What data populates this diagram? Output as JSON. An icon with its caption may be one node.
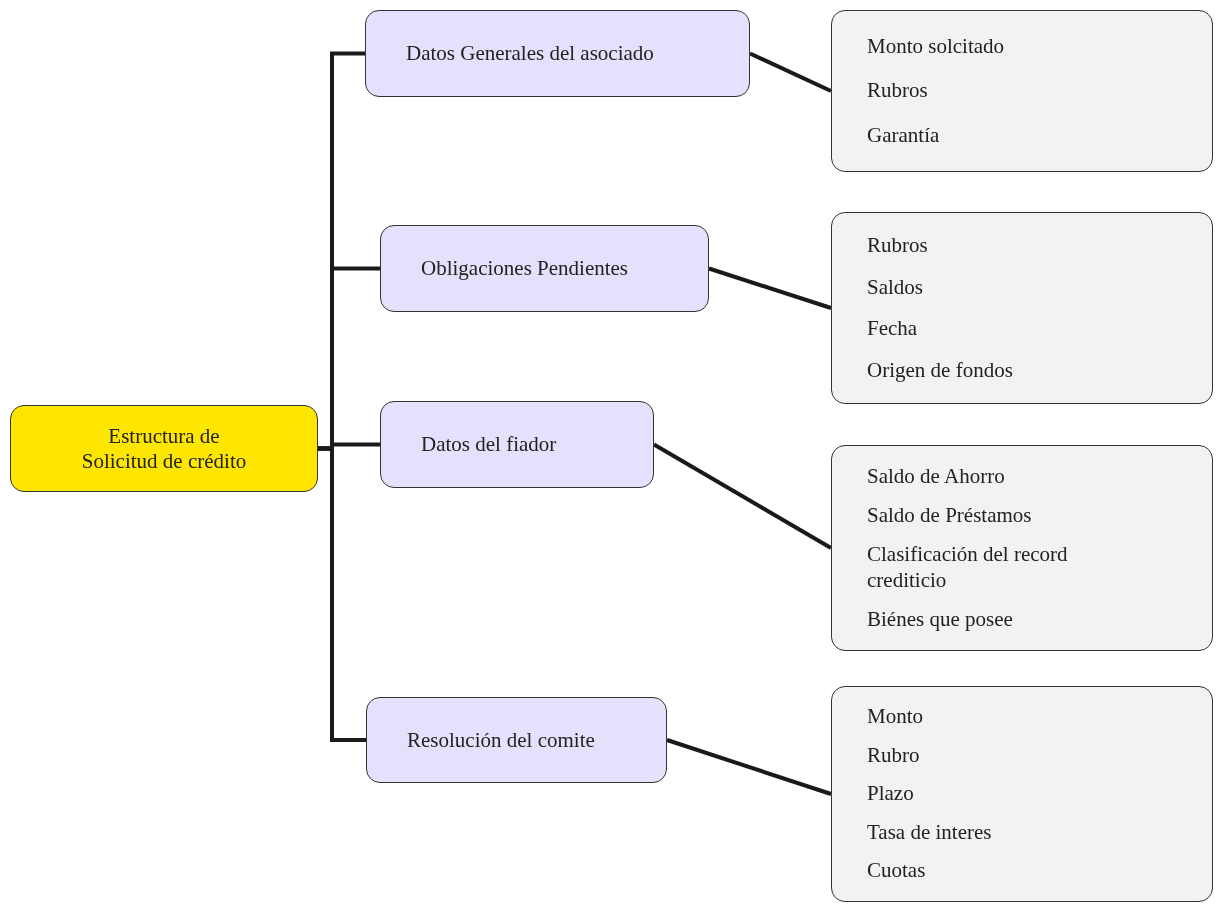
{
  "diagram": {
    "nodes": [
      {
        "text": [
          "Estructura de Solicitud de crédito"
        ]
      },
      {
        "text": [
          "Datos Generales del asociado"
        ]
      },
      {
        "text": [
          "Obligaciones Pendientes"
        ]
      },
      {
        "text": [
          "Datos del fiador"
        ]
      },
      {
        "text": [
          "Resolución del comite"
        ]
      },
      {
        "text": [
          "Monto solcitado",
          "Rubros",
          "Garantía"
        ]
      },
      {
        "text": [
          "Rubros",
          "Saldos",
          "Fecha",
          "Origen de fondos"
        ]
      },
      {
        "text": [
          "Saldo de Ahorro",
          "Saldo de Préstamos",
          "Clasificación del record crediticio",
          "Biénes que posee"
        ]
      },
      {
        "text": [
          "Monto",
          "Rubro",
          "Plazo",
          "Tasa de interes",
          "Cuotas"
        ]
      }
    ],
    "edges": [
      {
        "from": 0,
        "to": 1,
        "arrow": "none"
      },
      {
        "from": 0,
        "to": 2,
        "arrow": "none"
      },
      {
        "from": 0,
        "to": 3,
        "arrow": "none"
      },
      {
        "from": 0,
        "to": 4,
        "arrow": "none"
      },
      {
        "from": 1,
        "to": 5,
        "arrow": "none"
      },
      {
        "from": 2,
        "to": 6,
        "arrow": "none"
      },
      {
        "from": 3,
        "to": 7,
        "arrow": "none"
      },
      {
        "from": 4,
        "to": 8,
        "arrow": "none"
      }
    ]
  }
}
